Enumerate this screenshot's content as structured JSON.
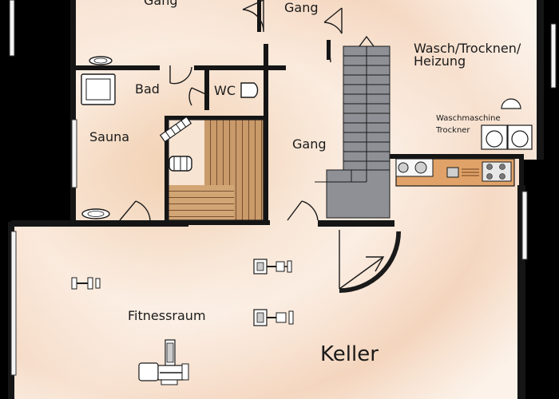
{
  "plan": {
    "title": "Keller",
    "rooms": {
      "gang_top_left": "Gang",
      "gang_top": "Gang",
      "wasch": "Wasch/Trocknen/",
      "heizung": "Heizung",
      "bad": "Bad",
      "wc": "WC",
      "sauna": "Sauna",
      "gang_center": "Gang",
      "fitness": "Fitnessraum"
    },
    "appliances": {
      "washer": "Waschmaschine",
      "dryer": "Trockner"
    },
    "colors": {
      "background": "#000000",
      "floor_light": "#fbf1e8",
      "floor_warm": "#f3d2b8",
      "walls": "#151515",
      "stairs": "#8e9096",
      "wood": "#c99a6a",
      "counter": "#e0a268"
    }
  }
}
